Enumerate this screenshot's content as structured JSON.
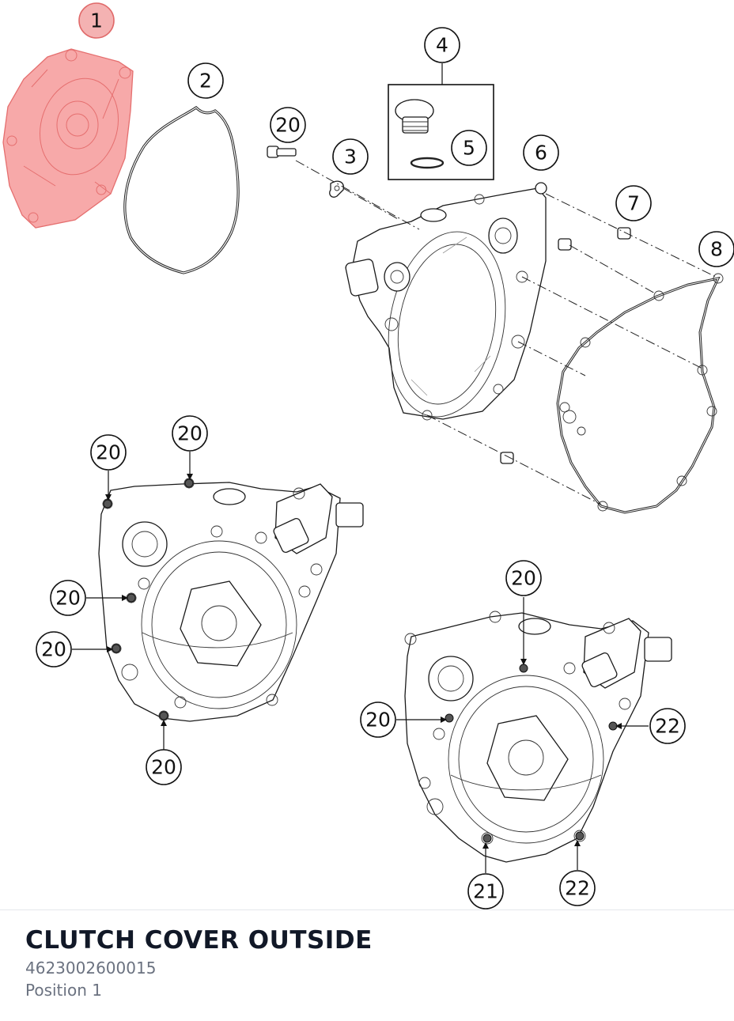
{
  "footer": {
    "title": "CLUTCH COVER OUTSIDE",
    "part_number": "4623002600015",
    "position": "Position 1"
  },
  "colors": {
    "highlight_fill": "#f7a9a9",
    "highlight_stroke": "#e56f6f",
    "title": "#111827",
    "meta": "#6b7280"
  },
  "callouts": [
    {
      "label": "1",
      "highlighted": true
    },
    {
      "label": "2"
    },
    {
      "label": "20"
    },
    {
      "label": "3"
    },
    {
      "label": "4"
    },
    {
      "label": "5"
    },
    {
      "label": "6"
    },
    {
      "label": "7"
    },
    {
      "label": "8"
    },
    {
      "label": "20"
    },
    {
      "label": "20"
    },
    {
      "label": "20"
    },
    {
      "label": "20"
    },
    {
      "label": "20"
    },
    {
      "label": "20"
    },
    {
      "label": "20"
    },
    {
      "label": "22"
    },
    {
      "label": "21"
    },
    {
      "label": "22"
    }
  ]
}
